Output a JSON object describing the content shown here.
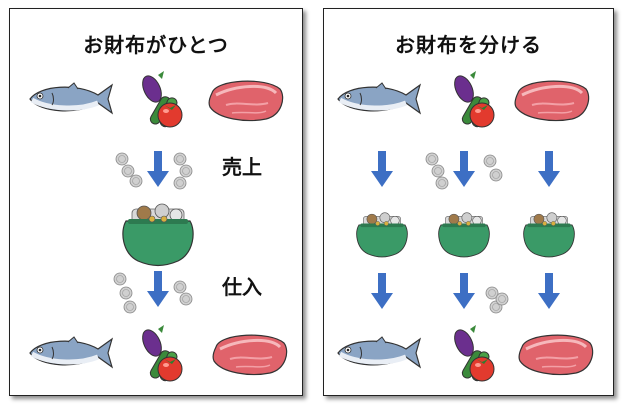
{
  "left_panel": {
    "title": "お財布がひとつ",
    "sales_label": "売上",
    "purchase_label": "仕入"
  },
  "right_panel": {
    "title": "お財布を分ける"
  },
  "icons": {
    "fish": "fish-icon",
    "vegetables": "vegetables-icon",
    "meat": "meat-icon",
    "wallet": "wallet-icon",
    "coins": "coins-icon",
    "arrow": "arrow-down-icon"
  },
  "colors": {
    "arrow": "#3d6fc4",
    "wallet": "#3a9a67",
    "meat": "#e0636b",
    "fish": "#8aa4c4"
  }
}
